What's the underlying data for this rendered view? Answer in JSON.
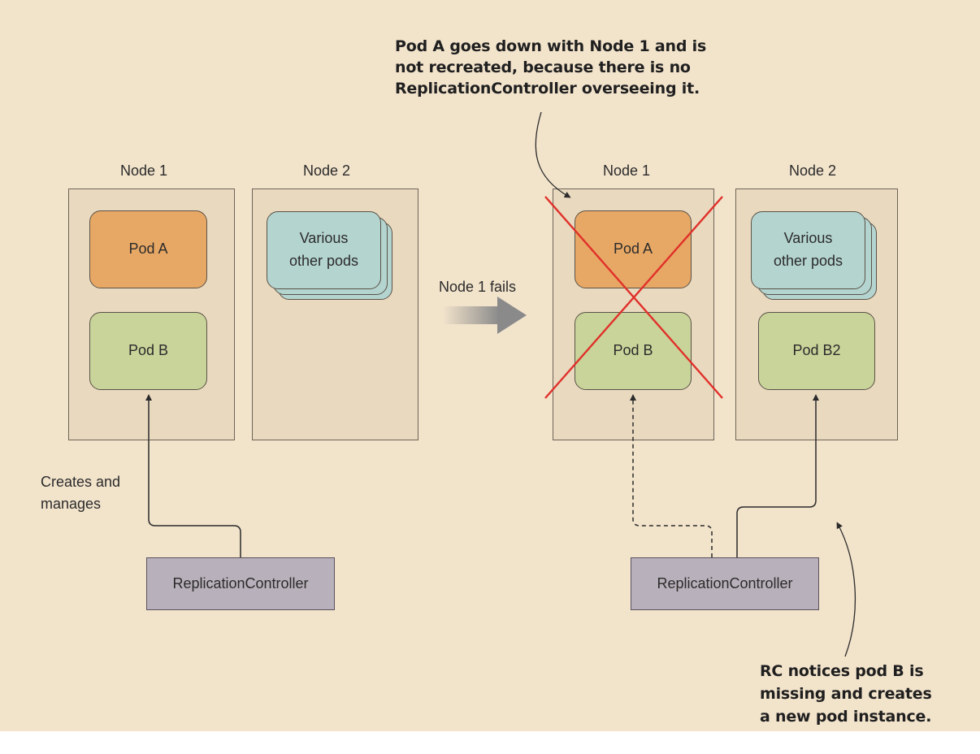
{
  "left": {
    "node1_title": "Node 1",
    "node2_title": "Node 2",
    "pod_a": "Pod A",
    "pod_b": "Pod B",
    "various_line1": "Various",
    "various_line2": "other pods",
    "creates_line1": "Creates and",
    "creates_line2": "manages",
    "rc_label": "ReplicationController"
  },
  "transition": {
    "label": "Node 1 fails"
  },
  "right": {
    "node1_title": "Node 1",
    "node2_title": "Node 2",
    "pod_a": "Pod A",
    "pod_b": "Pod B",
    "pod_b2": "Pod B2",
    "various_line1": "Various",
    "various_line2": "other pods",
    "rc_label": "ReplicationController"
  },
  "annotations": {
    "top_line1": "Pod A goes down with Node 1 and is",
    "top_line2": "not recreated, because there is no",
    "top_line3": "ReplicationController overseeing it.",
    "bottom_line1": "RC notices pod B is",
    "bottom_line2": "missing and creates",
    "bottom_line3": "a new pod instance."
  },
  "colors": {
    "background": "#f2e3cb",
    "node_fill": "#e9d9bf",
    "pod_a": "#e8a865",
    "pod_b": "#c9d49a",
    "various_pods": "#b4d4cf",
    "replication_controller": "#b8b0ba",
    "failure_cross": "#e0302a"
  }
}
